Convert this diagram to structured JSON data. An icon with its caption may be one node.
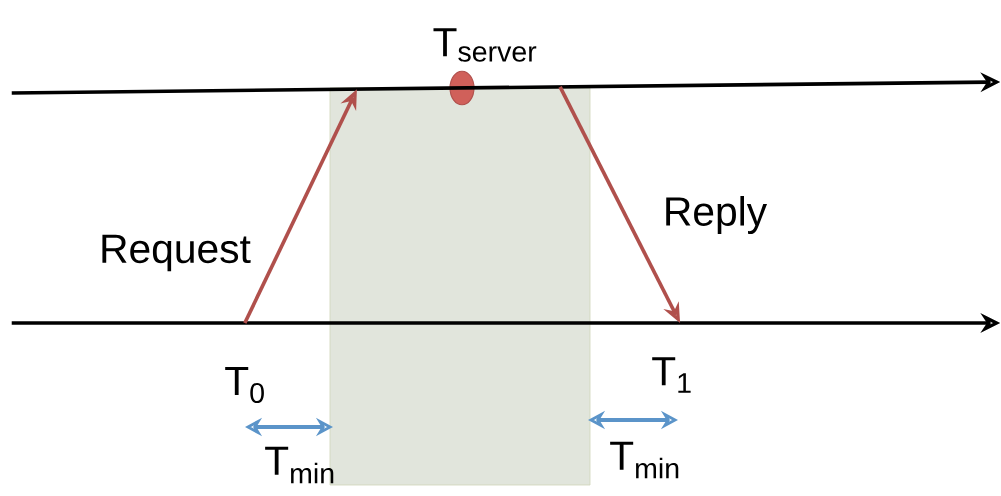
{
  "diagram": {
    "nodes": [
      {
        "text": [
          "T$_{server}$"
        ]
      },
      {
        "text": [],
        "shape": "arrow"
      },
      {
        "text": [],
        "shape": "arrow"
      }
    ],
    "edges": [
      {
        "from": 2,
        "to": 1,
        "arrow": "to",
        "label": "Request"
      },
      {
        "from": 1,
        "to": 2,
        "arrow": "to",
        "label": "Reply"
      }
    ],
    "labels": [
      "T$_{0}$",
      "T$_{1}$",
      "T$_{min}$",
      "T$_{min}$"
    ]
  }
}
